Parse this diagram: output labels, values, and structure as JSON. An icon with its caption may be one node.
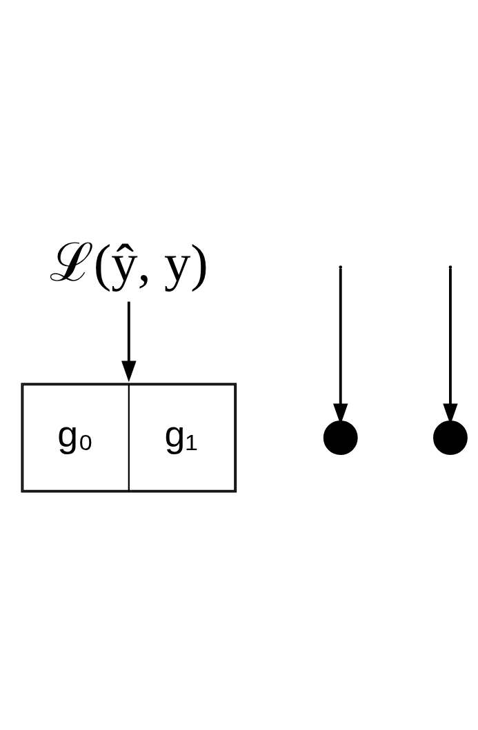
{
  "diagram": {
    "nodes": [
      {
        "text": [
          "ℒ(ŷ, y)"
        ]
      },
      {
        "text": [],
        "shape": "circle"
      },
      {
        "text": [
          "g₀",
          "g₁"
        ]
      },
      {
        "text": [],
        "shape": "circle"
      }
    ],
    "edges": [
      {
        "from": 0,
        "to": 2,
        "arrow": "to"
      },
      {
        "from": null,
        "to": 1,
        "arrow": "to"
      },
      {
        "from": null,
        "to": 3,
        "arrow": "to"
      }
    ]
  }
}
